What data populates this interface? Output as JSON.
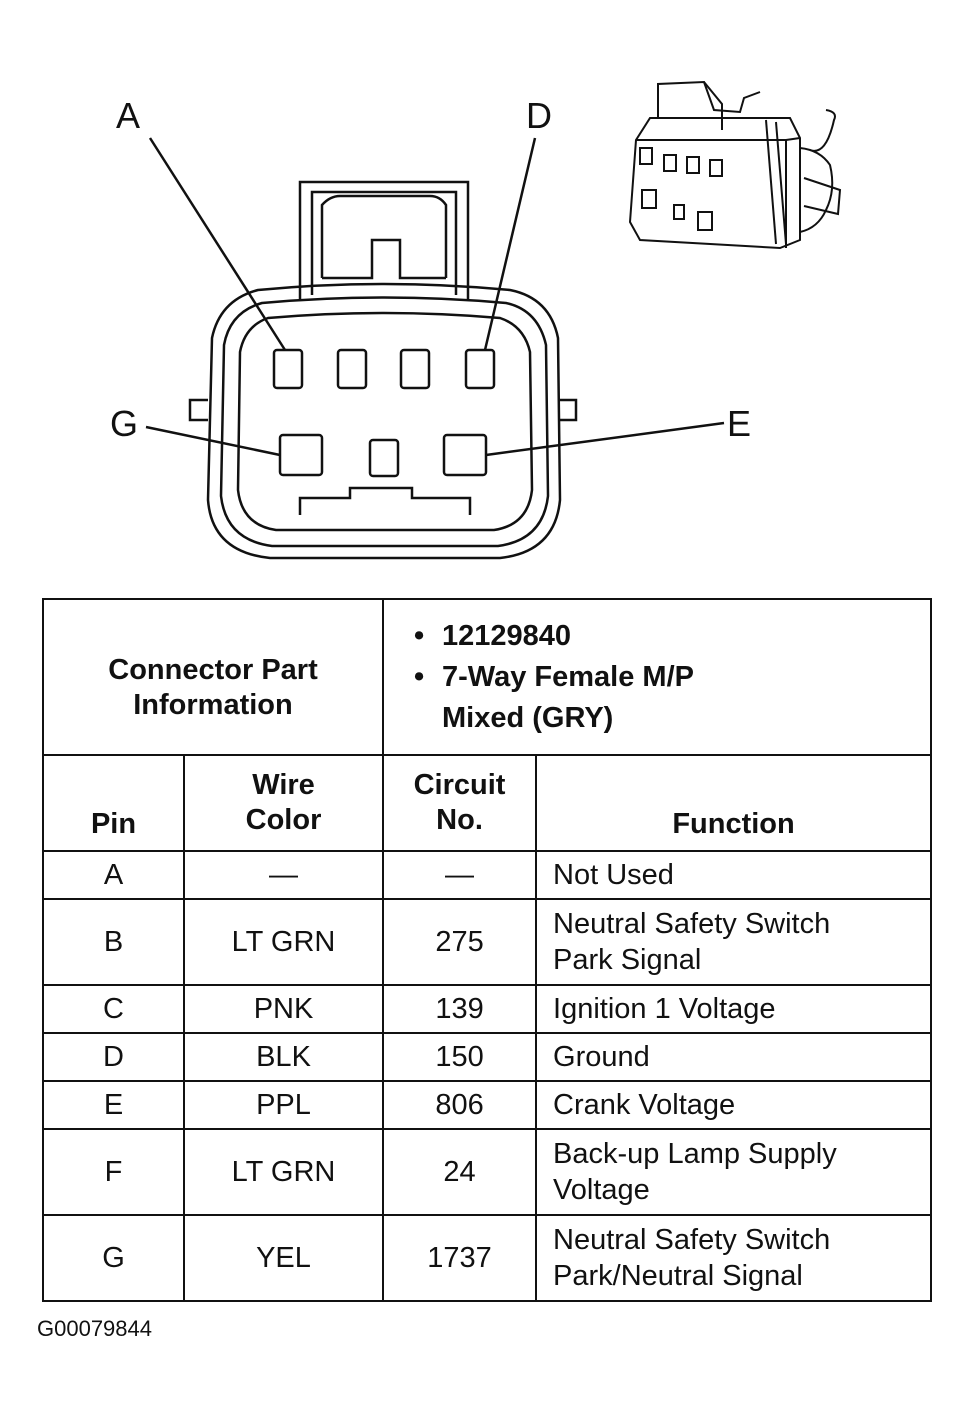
{
  "connector_view": {
    "pin_labels": [
      "A",
      "D",
      "G",
      "E"
    ]
  },
  "part_info": {
    "label_line1": "Connector Part",
    "label_line2": "Information",
    "bullet1": "12129840",
    "bullet2_line1": "7-Way Female M/P",
    "bullet2_line2": "Mixed (GRY)",
    "bullet_symbol": "•"
  },
  "headers": {
    "pin": "Pin",
    "wire_color_line1": "Wire",
    "wire_color_line2": "Color",
    "circuit_line1": "Circuit",
    "circuit_line2": "No.",
    "function": "Function"
  },
  "rows": [
    {
      "pin": "A",
      "wire": "—",
      "circuit": "—",
      "function_line1": "Not Used",
      "function_line2": ""
    },
    {
      "pin": "B",
      "wire": "LT GRN",
      "circuit": "275",
      "function_line1": "Neutral Safety Switch",
      "function_line2": "Park Signal"
    },
    {
      "pin": "C",
      "wire": "PNK",
      "circuit": "139",
      "function_line1": "Ignition 1 Voltage",
      "function_line2": ""
    },
    {
      "pin": "D",
      "wire": "BLK",
      "circuit": "150",
      "function_line1": "Ground",
      "function_line2": ""
    },
    {
      "pin": "E",
      "wire": "PPL",
      "circuit": "806",
      "function_line1": "Crank Voltage",
      "function_line2": ""
    },
    {
      "pin": "F",
      "wire": "LT GRN",
      "circuit": "24",
      "function_line1": "Back-up Lamp Supply",
      "function_line2": "Voltage"
    },
    {
      "pin": "G",
      "wire": "YEL",
      "circuit": "1737",
      "function_line1": "Neutral Safety Switch",
      "function_line2": "Park/Neutral Signal"
    }
  ],
  "figure_id": "G00079844"
}
